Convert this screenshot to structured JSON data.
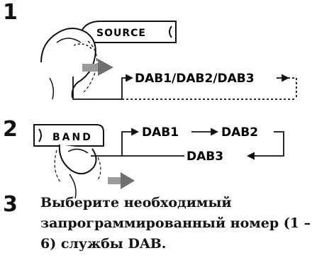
{
  "steps": [
    {
      "number": "1",
      "button_label": "SOURCE",
      "cycle": [
        "DAB1/DAB2/DAB3"
      ]
    },
    {
      "number": "2",
      "button_label": "BAND",
      "cycle": [
        "DAB1",
        "DAB2",
        "DAB3"
      ]
    },
    {
      "number": "3",
      "instruction": "Выберите необходимый запрограммированный номер (1 – 6) службы DAB."
    }
  ]
}
